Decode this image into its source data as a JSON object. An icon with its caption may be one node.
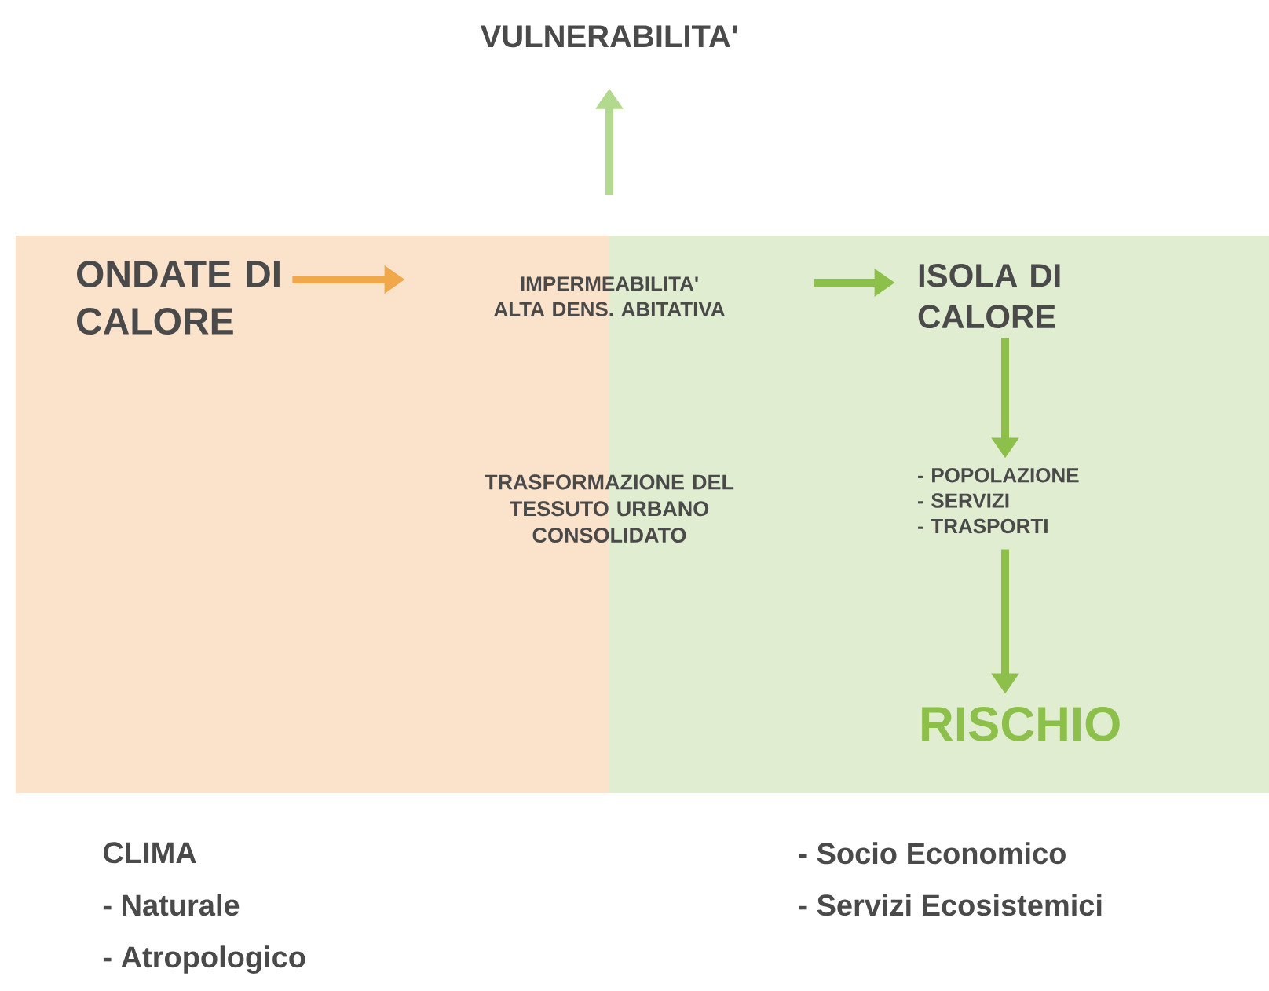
{
  "diagram": {
    "nodes": [
      {
        "text": [],
        "shape": "box"
      },
      {
        "text": [],
        "shape": "box"
      },
      {
        "text": [
          "ONDATE DI CALORE"
        ],
        "in": 0
      },
      {
        "text": [
          "IMPERMEABILITA' ALTA DENS. ABITATIVA"
        ]
      },
      {
        "text": [
          "ISOLA DI CALORE"
        ],
        "in": 1
      },
      {
        "text": [
          "VULNERABILITA'"
        ]
      },
      {
        "text": [
          "TRASFORMAZIONE DEL TESSUTO URBANO CONSOLIDATO"
        ]
      },
      {
        "text": [
          "- POPOLAZIONE",
          "- SERVIZI",
          "- TRASPORTI"
        ],
        "in": 1
      },
      {
        "text": [
          "RISCHIO"
        ],
        "in": 1
      }
    ],
    "edges": [
      {
        "from": 2,
        "to": 3,
        "arrow": "to",
        "color": "#f0a84a"
      },
      {
        "from": 3,
        "to": 4,
        "arrow": "to"
      },
      {
        "from": 3,
        "to": 5,
        "arrow": "to",
        "color": "#b3d98f"
      },
      {
        "from": 4,
        "to": 7,
        "arrow": "to"
      },
      {
        "from": 7,
        "to": 8,
        "arrow": "to"
      }
    ],
    "labels": [
      "CLIMA",
      "- Naturale",
      "- Atropologico",
      "- Socio Economico",
      "- Servizi Ecosistemici"
    ]
  }
}
